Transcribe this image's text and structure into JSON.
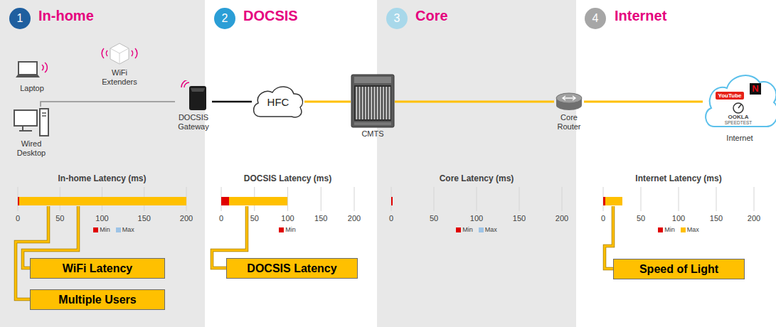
{
  "diagram": {
    "nodes": [
      {
        "text": [
          "In-home"
        ]
      },
      {
        "text": [
          "1"
        ],
        "in": 0
      },
      {
        "text": [
          "Laptop"
        ],
        "in": 0
      },
      {
        "text": [
          "WiFi Extenders"
        ],
        "in": 0
      },
      {
        "text": [
          "Wired Desktop"
        ],
        "in": 0
      },
      {
        "text": [
          "DOCSIS Gateway"
        ],
        "in": 0
      },
      {
        "text": [
          "WiFi Latency"
        ],
        "in": 0
      },
      {
        "text": [
          "Multiple Users"
        ],
        "in": 0
      },
      {
        "text": [
          "DOCSIS"
        ]
      },
      {
        "text": [
          "2"
        ],
        "in": 8
      },
      {
        "text": [
          "HFC"
        ],
        "in": 8
      },
      {
        "text": [
          "DOCSIS Latency"
        ],
        "in": 8
      },
      {
        "text": [
          "CMTS"
        ]
      },
      {
        "text": [
          "Core"
        ]
      },
      {
        "text": [
          "3"
        ],
        "in": 13
      },
      {
        "text": [
          "Core Router"
        ]
      },
      {
        "text": [
          "Internet"
        ]
      },
      {
        "text": [
          "4"
        ],
        "in": 16
      },
      {
        "text": [
          "Internet"
        ],
        "in": 16
      },
      {
        "text": [
          "Speed of Light"
        ],
        "in": 16
      }
    ],
    "edges": [
      {
        "from": 4,
        "to": 5,
        "arrow": "none"
      },
      {
        "from": 5,
        "to": 10,
        "arrow": "none"
      },
      {
        "from": 10,
        "to": 12,
        "arrow": "none"
      },
      {
        "from": 12,
        "to": 15,
        "arrow": "none"
      },
      {
        "from": 15,
        "to": 18,
        "arrow": "none"
      }
    ],
    "labels": [
      "YouTube",
      "N",
      "OOKLA",
      "SPEEDTEST",
      "In-home Latency (ms)",
      "0",
      "50",
      "100",
      "150",
      "200",
      "DOCSIS Latency (ms)",
      "0",
      "50",
      "100",
      "150",
      "200",
      "Core Latency (ms)",
      "0",
      "50",
      "100",
      "150",
      "200",
      "Internet Latency (ms)",
      "0",
      "50",
      "100",
      "150",
      "200"
    ],
    "legend": [
      {
        "text": "Min",
        "color": "#e00000"
      },
      {
        "text": "Max",
        "color": "#9dc3e6"
      },
      {
        "text": "Min",
        "color": "#e00000"
      },
      {
        "text": "Min",
        "color": "#e00000"
      },
      {
        "text": "Max",
        "color": "#9dc3e6"
      },
      {
        "text": "Min",
        "color": "#e00000"
      },
      {
        "text": "Max",
        "color": "#ffc000"
      }
    ]
  }
}
